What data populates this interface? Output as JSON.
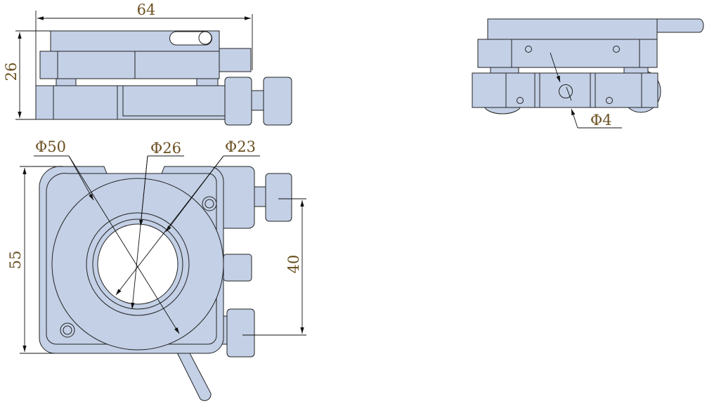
{
  "title": "Kinematic mount dimension drawing",
  "fill_color": "#c3d0e6",
  "dimensions": {
    "width": "64",
    "height_side": "26",
    "height_front": "55",
    "knob_spacing": "40",
    "outer_diameter": "Φ50",
    "ring_diameter": "Φ26",
    "aperture_diameter": "Φ23",
    "hole_diameter": "Φ4"
  }
}
